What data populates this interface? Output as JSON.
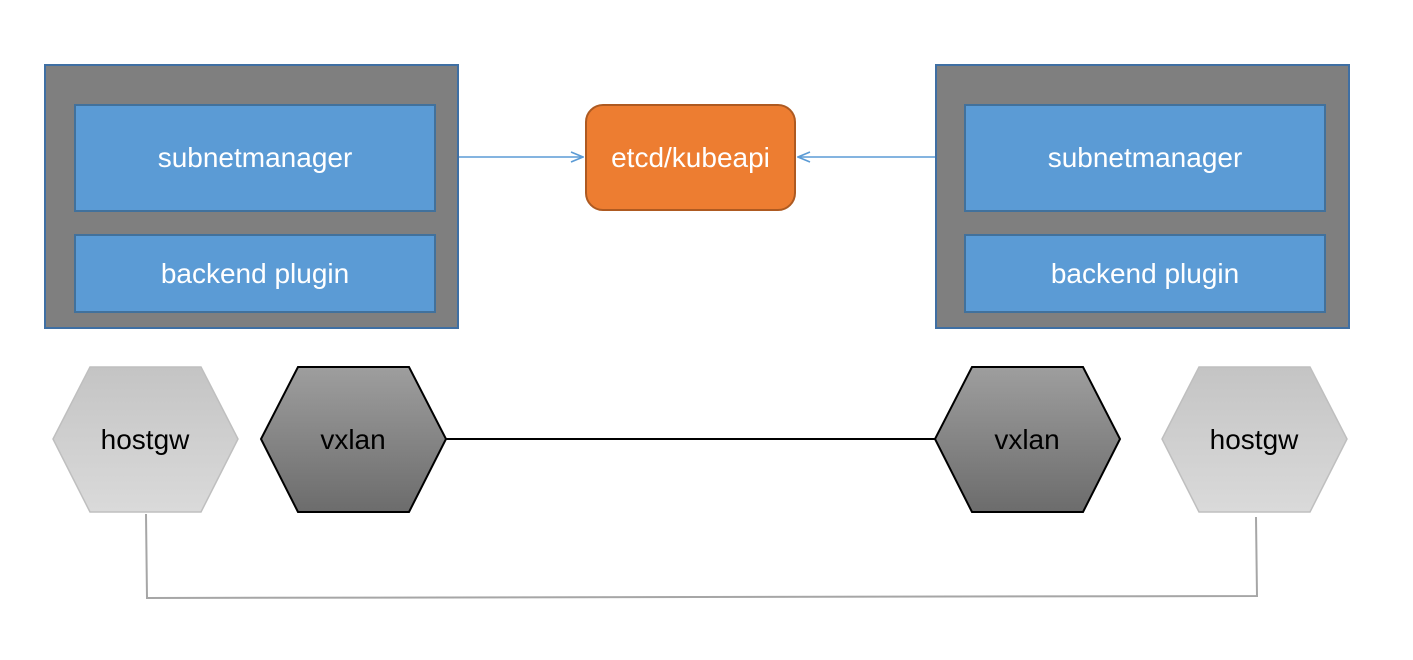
{
  "left_node": {
    "top_module": "subnetmanager",
    "bottom_module": "backend plugin"
  },
  "right_node": {
    "top_module": "subnetmanager",
    "bottom_module": "backend plugin"
  },
  "store": {
    "label": "etcd/kubeapi"
  },
  "backends": {
    "left_hostgw": "hostgw",
    "left_vxlan": "vxlan",
    "right_vxlan": "vxlan",
    "right_hostgw": "hostgw"
  },
  "colors": {
    "node_fill": "#7f7f7f",
    "module_fill": "#5b9bd5",
    "store_fill": "#ed7d31",
    "hostgw_fill": "#d0d0d0",
    "vxlan_fill": "#808080",
    "arrow": "#5b9bd5"
  }
}
